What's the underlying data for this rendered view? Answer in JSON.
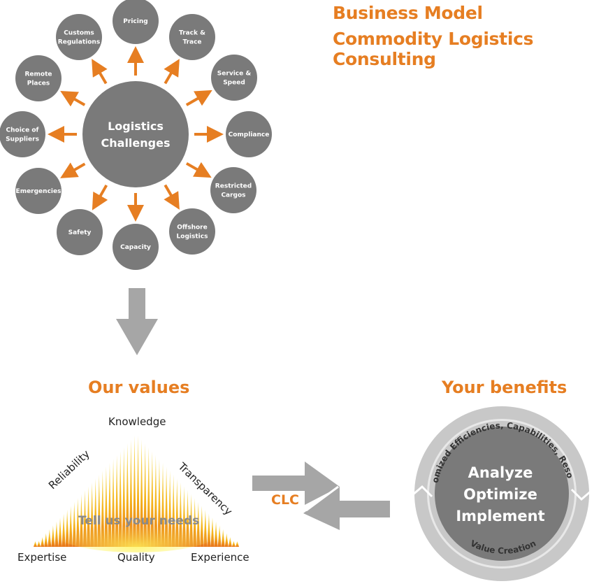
{
  "header": {
    "title_line1": "Business Model",
    "title_line2": "Commodity Logistics Consulting"
  },
  "challenges": {
    "center": [
      "Logistics",
      "Challenges"
    ],
    "nodes": [
      {
        "label": [
          "Pricing"
        ]
      },
      {
        "label": [
          "Track &",
          "Trace"
        ]
      },
      {
        "label": [
          "Service &",
          "Speed"
        ]
      },
      {
        "label": [
          "Compliance"
        ]
      },
      {
        "label": [
          "Restricted",
          "Cargos"
        ]
      },
      {
        "label": [
          "Offshore",
          "Logistics"
        ]
      },
      {
        "label": [
          "Capacity"
        ]
      },
      {
        "label": [
          "Safety"
        ]
      },
      {
        "label": [
          "Emergencies"
        ]
      },
      {
        "label": [
          "Choice of",
          "Suppliers"
        ]
      },
      {
        "label": [
          "Remote",
          "Places"
        ]
      },
      {
        "label": [
          "Customs",
          "Regulations"
        ]
      }
    ]
  },
  "values": {
    "title": "Our values",
    "top": "Knowledge",
    "left_side": "Reliability",
    "right_side": "Transparency",
    "center": "Tell us your needs",
    "bottom_left": "Expertise",
    "bottom_center": "Quality",
    "bottom_right": "Experience"
  },
  "exchange": {
    "label": "CLC"
  },
  "benefits": {
    "title": "Your benefits",
    "inner": [
      "Analyze",
      "Optimize",
      "Implement"
    ],
    "arc_top": "Customized Efficiencies, Capabilities, Resources",
    "arc_bottom": "Value Creation"
  },
  "colors": {
    "accent": "#E67E22",
    "node_gray": "#7a7a7a",
    "arrow_gray": "#a6a6a6"
  }
}
